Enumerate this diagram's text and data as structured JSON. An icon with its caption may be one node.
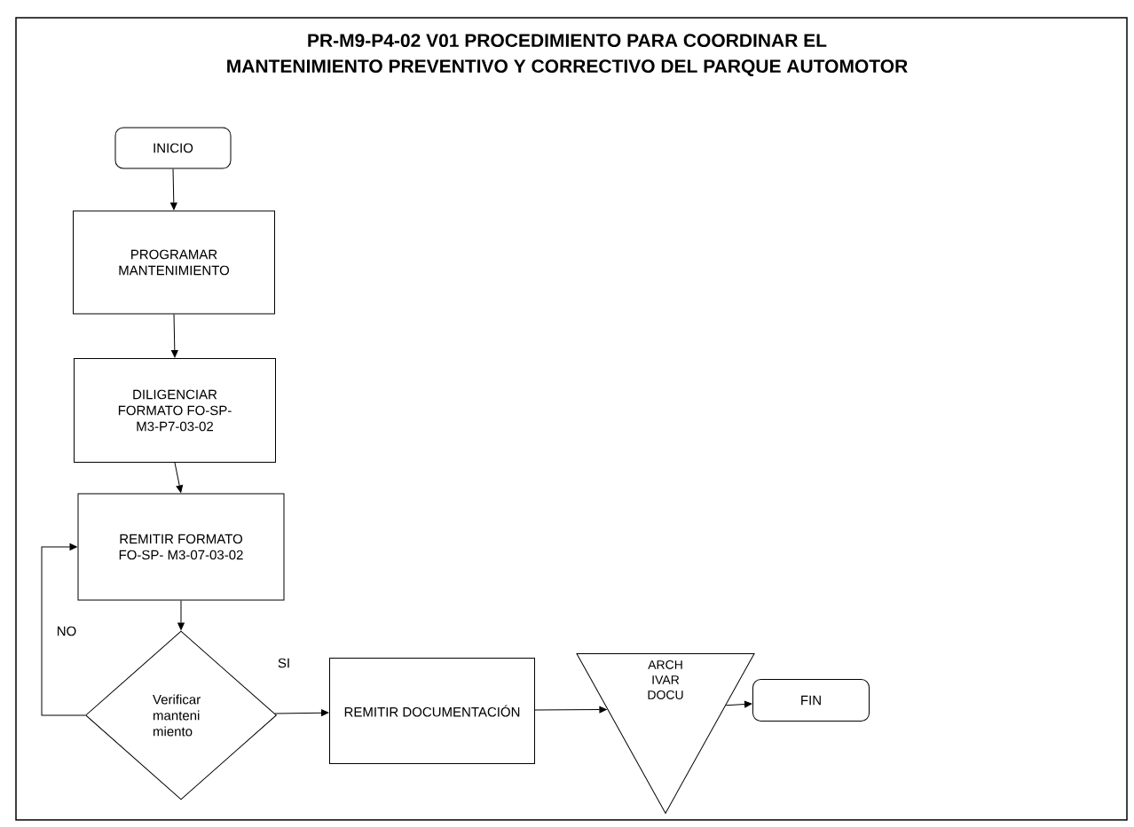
{
  "diagram": {
    "title": "PR-M9-P4-02 V01 PROCEDIMIENTO PARA COORDINAR EL MANTENIMIENTO PREVENTIVO Y CORRECTIVO DEL PARQUE AUTOMOTOR",
    "nodes": [
      {
        "text": [
          "INICIO"
        ]
      },
      {
        "text": [
          "PROGRAMAR MANTENIMIENTO"
        ]
      },
      {
        "text": [
          "DILIGENCIAR FORMATO FO-SP- M3-P7-03-02"
        ]
      },
      {
        "text": [
          "REMITIR FORMATO FO-SP- M3-07-03-02"
        ]
      },
      {
        "text": [
          "Verificar manteni miento"
        ]
      },
      {
        "text": [
          "REMITIR DOCUMENTACIÓN"
        ]
      },
      {
        "text": [
          "ARCH IVAR DOCU"
        ]
      },
      {
        "text": [
          "FIN"
        ]
      }
    ],
    "edges": [
      {
        "from": 0,
        "to": 1,
        "arrow": "to"
      },
      {
        "from": 1,
        "to": 2,
        "arrow": "to"
      },
      {
        "from": 2,
        "to": 3,
        "arrow": "to"
      },
      {
        "from": 3,
        "to": 4,
        "arrow": "to"
      },
      {
        "from": 4,
        "to": 3,
        "arrow": "to",
        "label": "NO"
      },
      {
        "from": 4,
        "to": 5,
        "arrow": "to",
        "label": "SI"
      },
      {
        "from": 5,
        "to": 6,
        "arrow": "to"
      },
      {
        "from": 6,
        "to": 7,
        "arrow": "to"
      }
    ]
  }
}
